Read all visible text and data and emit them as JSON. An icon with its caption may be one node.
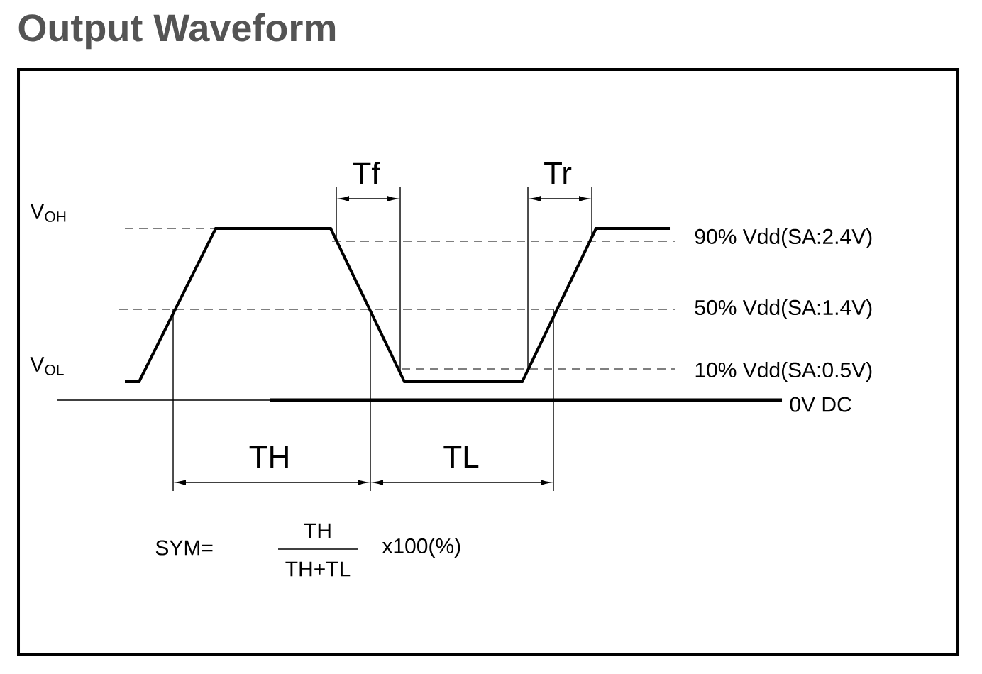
{
  "diagram": {
    "title": "Output Waveform",
    "labels": [
      "Tf",
      "Tr",
      "V$_{OH}$",
      "90% Vdd(SA:2.4V)",
      "50% Vdd(SA:1.4V)",
      "V$_{OL}$",
      "10% Vdd(SA:0.5V)",
      "0V DC",
      "TH",
      "TL",
      "SYM=",
      "TH",
      "TH+TL",
      "x100(%)"
    ]
  }
}
